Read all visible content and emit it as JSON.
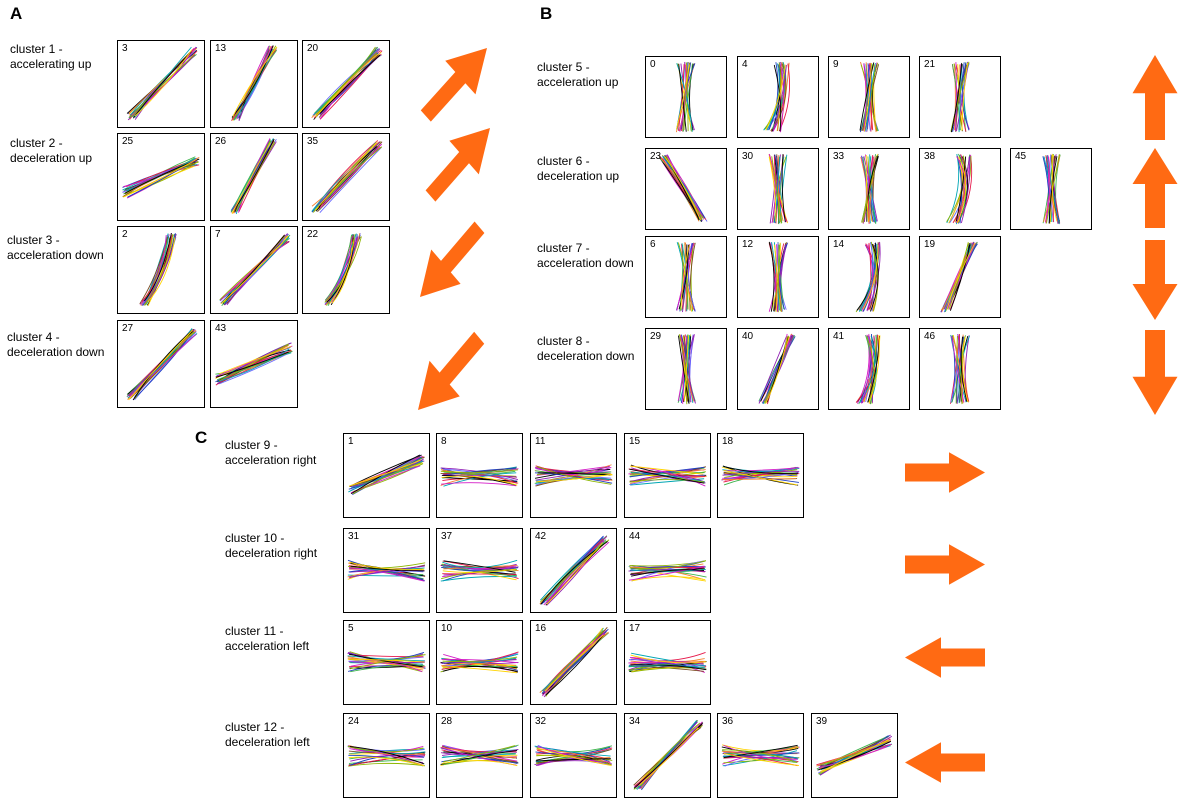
{
  "panels": {
    "a": "A",
    "b": "B",
    "c": "C"
  },
  "colors": {
    "arrow": "#ff6a13",
    "traces": [
      "#e6194b",
      "#3cb44b",
      "#1f3fbf",
      "#f58231",
      "#911eb4",
      "#00a6b4",
      "#d41cc8",
      "#8db600",
      "#000000",
      "#ffd400",
      "#7a4a1f",
      "#6a6aff"
    ]
  },
  "clusters": [
    {
      "label": "cluster 1 -\naccelerating up",
      "arrow": "up-right",
      "tiles": [
        {
          "id": "3",
          "trace": "diag-up"
        },
        {
          "id": "13",
          "trace": "diag-up-steep"
        },
        {
          "id": "20",
          "trace": "diag-up"
        }
      ]
    },
    {
      "label": "cluster 2 -\ndeceleration up",
      "arrow": "up-right",
      "tiles": [
        {
          "id": "25",
          "trace": "flat-rise"
        },
        {
          "id": "26",
          "trace": "diag-up-steep"
        },
        {
          "id": "35",
          "trace": "diag-up"
        }
      ]
    },
    {
      "label": "cluster 3 -\nacceleration down",
      "arrow": "down-left",
      "tiles": [
        {
          "id": "2",
          "trace": "curve-up"
        },
        {
          "id": "7",
          "trace": "diag-up"
        },
        {
          "id": "22",
          "trace": "curve-up"
        }
      ]
    },
    {
      "label": "cluster 4 -\ndeceleration down",
      "arrow": "down-left",
      "tiles": [
        {
          "id": "27",
          "trace": "diag-up"
        },
        {
          "id": "43",
          "trace": "flat-rise"
        }
      ]
    },
    {
      "label": "cluster 5 -\nacceleration up",
      "arrow": "up",
      "tiles": [
        {
          "id": "0",
          "trace": "vertical"
        },
        {
          "id": "4",
          "trace": "vertical-bow"
        },
        {
          "id": "9",
          "trace": "vertical"
        },
        {
          "id": "21",
          "trace": "vertical"
        }
      ]
    },
    {
      "label": "cluster 6 -\ndeceleration up",
      "arrow": "up",
      "tiles": [
        {
          "id": "23",
          "trace": "steep-left"
        },
        {
          "id": "30",
          "trace": "vertical"
        },
        {
          "id": "33",
          "trace": "vertical"
        },
        {
          "id": "38",
          "trace": "vertical-bow"
        },
        {
          "id": "45",
          "trace": "vertical"
        }
      ]
    },
    {
      "label": "cluster 7 -\nacceleration down",
      "arrow": "down",
      "tiles": [
        {
          "id": "6",
          "trace": "vertical"
        },
        {
          "id": "12",
          "trace": "vertical"
        },
        {
          "id": "14",
          "trace": "vertical-bow"
        },
        {
          "id": "19",
          "trace": "steep-right"
        }
      ]
    },
    {
      "label": "cluster 8 -\ndeceleration down",
      "arrow": "down",
      "tiles": [
        {
          "id": "29",
          "trace": "vertical"
        },
        {
          "id": "40",
          "trace": "steep-right"
        },
        {
          "id": "41",
          "trace": "vertical-bow"
        },
        {
          "id": "46",
          "trace": "vertical"
        }
      ]
    },
    {
      "label": "cluster 9 -\nacceleration right",
      "arrow": "right",
      "tiles": [
        {
          "id": "1",
          "trace": "flat-rise"
        },
        {
          "id": "8",
          "trace": "horizontal"
        },
        {
          "id": "11",
          "trace": "horizontal"
        },
        {
          "id": "15",
          "trace": "horizontal"
        },
        {
          "id": "18",
          "trace": "horizontal"
        }
      ]
    },
    {
      "label": "cluster 10 -\ndeceleration right",
      "arrow": "right",
      "tiles": [
        {
          "id": "31",
          "trace": "horizontal"
        },
        {
          "id": "37",
          "trace": "horizontal"
        },
        {
          "id": "42",
          "trace": "diag-up"
        },
        {
          "id": "44",
          "trace": "horizontal"
        }
      ]
    },
    {
      "label": "cluster 11 -\nacceleration left",
      "arrow": "left",
      "tiles": [
        {
          "id": "5",
          "trace": "horizontal"
        },
        {
          "id": "10",
          "trace": "horizontal"
        },
        {
          "id": "16",
          "trace": "diag-up"
        },
        {
          "id": "17",
          "trace": "horizontal"
        }
      ]
    },
    {
      "label": "cluster 12 -\ndeceleration left",
      "arrow": "left",
      "tiles": [
        {
          "id": "24",
          "trace": "horizontal"
        },
        {
          "id": "28",
          "trace": "horizontal"
        },
        {
          "id": "32",
          "trace": "horizontal"
        },
        {
          "id": "34",
          "trace": "diag-up"
        },
        {
          "id": "36",
          "trace": "horizontal"
        },
        {
          "id": "39",
          "trace": "flat-rise"
        }
      ]
    }
  ]
}
